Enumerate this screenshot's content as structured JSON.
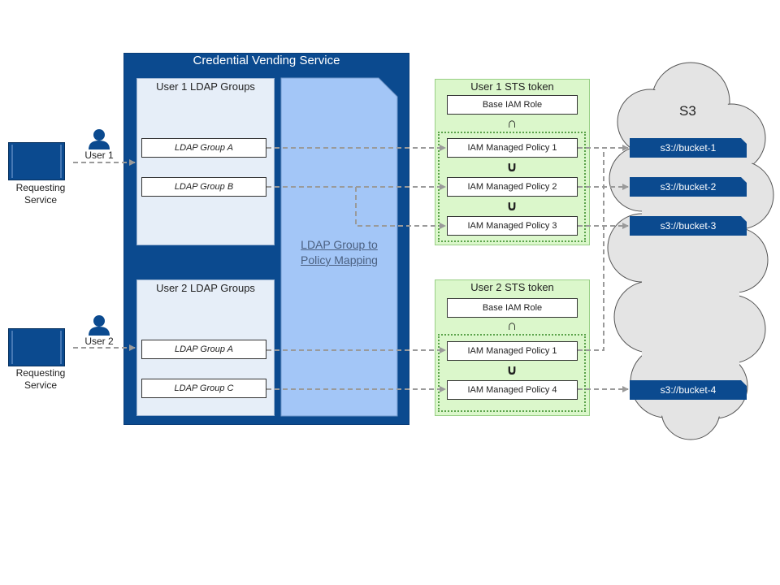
{
  "requesting_services": [
    {
      "label_line1": "Requesting",
      "label_line2": "Service",
      "user_label": "User 1"
    },
    {
      "label_line1": "Requesting",
      "label_line2": "Service",
      "user_label": "User 2"
    }
  ],
  "cvs": {
    "title": "Credential Vending Service",
    "user1_groups": {
      "title": "User 1 LDAP Groups",
      "items": [
        "LDAP Group A",
        "LDAP Group B"
      ]
    },
    "user2_groups": {
      "title": "User 2 LDAP Groups",
      "items": [
        "LDAP Group A",
        "LDAP Group C"
      ]
    },
    "mapping": {
      "line1": "LDAP Group to",
      "line2": "Policy Mapping"
    }
  },
  "sts_tokens": [
    {
      "title": "User 1 STS token",
      "base_role": "Base IAM  Role",
      "intersect": "∩",
      "policies": [
        "IAM Managed Policy 1",
        "IAM Managed Policy 2",
        "IAM Managed Policy 3"
      ],
      "union": "∪"
    },
    {
      "title": "User 2 STS token",
      "base_role": "Base IAM  Role",
      "intersect": "∩",
      "policies": [
        "IAM Managed Policy 1",
        "IAM Managed Policy 4"
      ],
      "union": "∪"
    }
  ],
  "s3": {
    "title": "S3",
    "buckets": [
      "s3://bucket-1",
      "s3://bucket-2",
      "s3://bucket-3",
      "s3://bucket-4"
    ]
  },
  "colors": {
    "dark_blue": "#0b4a8f",
    "light_blue_panel": "#e6eef8",
    "mapping_blue": "#a3c6f7",
    "sts_green": "#dbf7cb",
    "cloud_gray": "#e4e4e4",
    "arrow_gray": "#9a9a9a"
  }
}
